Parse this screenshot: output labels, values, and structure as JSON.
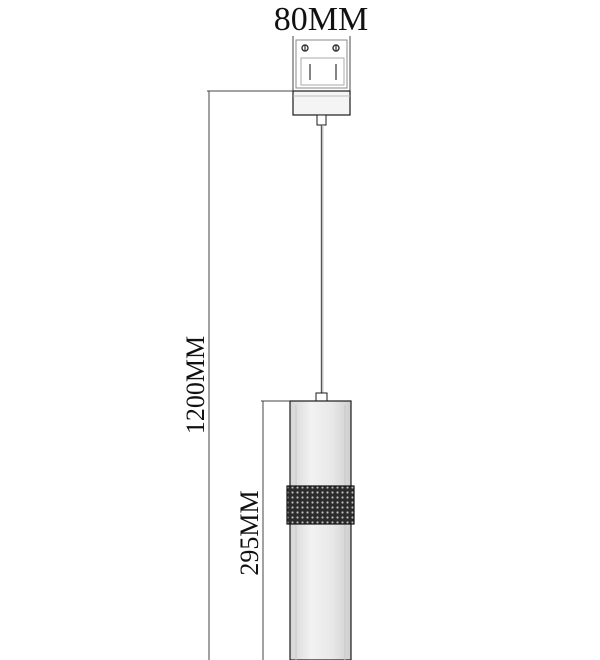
{
  "dimensions": {
    "top_width_label": "80MM",
    "total_height_label": "1200MM",
    "body_height_label": "295MM"
  },
  "colors": {
    "line": "#1a1a1a",
    "guide": "#444444",
    "body_fill": "#ececec",
    "band_fill": "#2b2b2b",
    "band_dot": "#bdbdbd",
    "canopy_fill": "#f4f4f4",
    "cord": "#555555"
  },
  "icons": {
    "mount_screws": "screw-slot-icons",
    "texture_band": "knurled-band"
  }
}
